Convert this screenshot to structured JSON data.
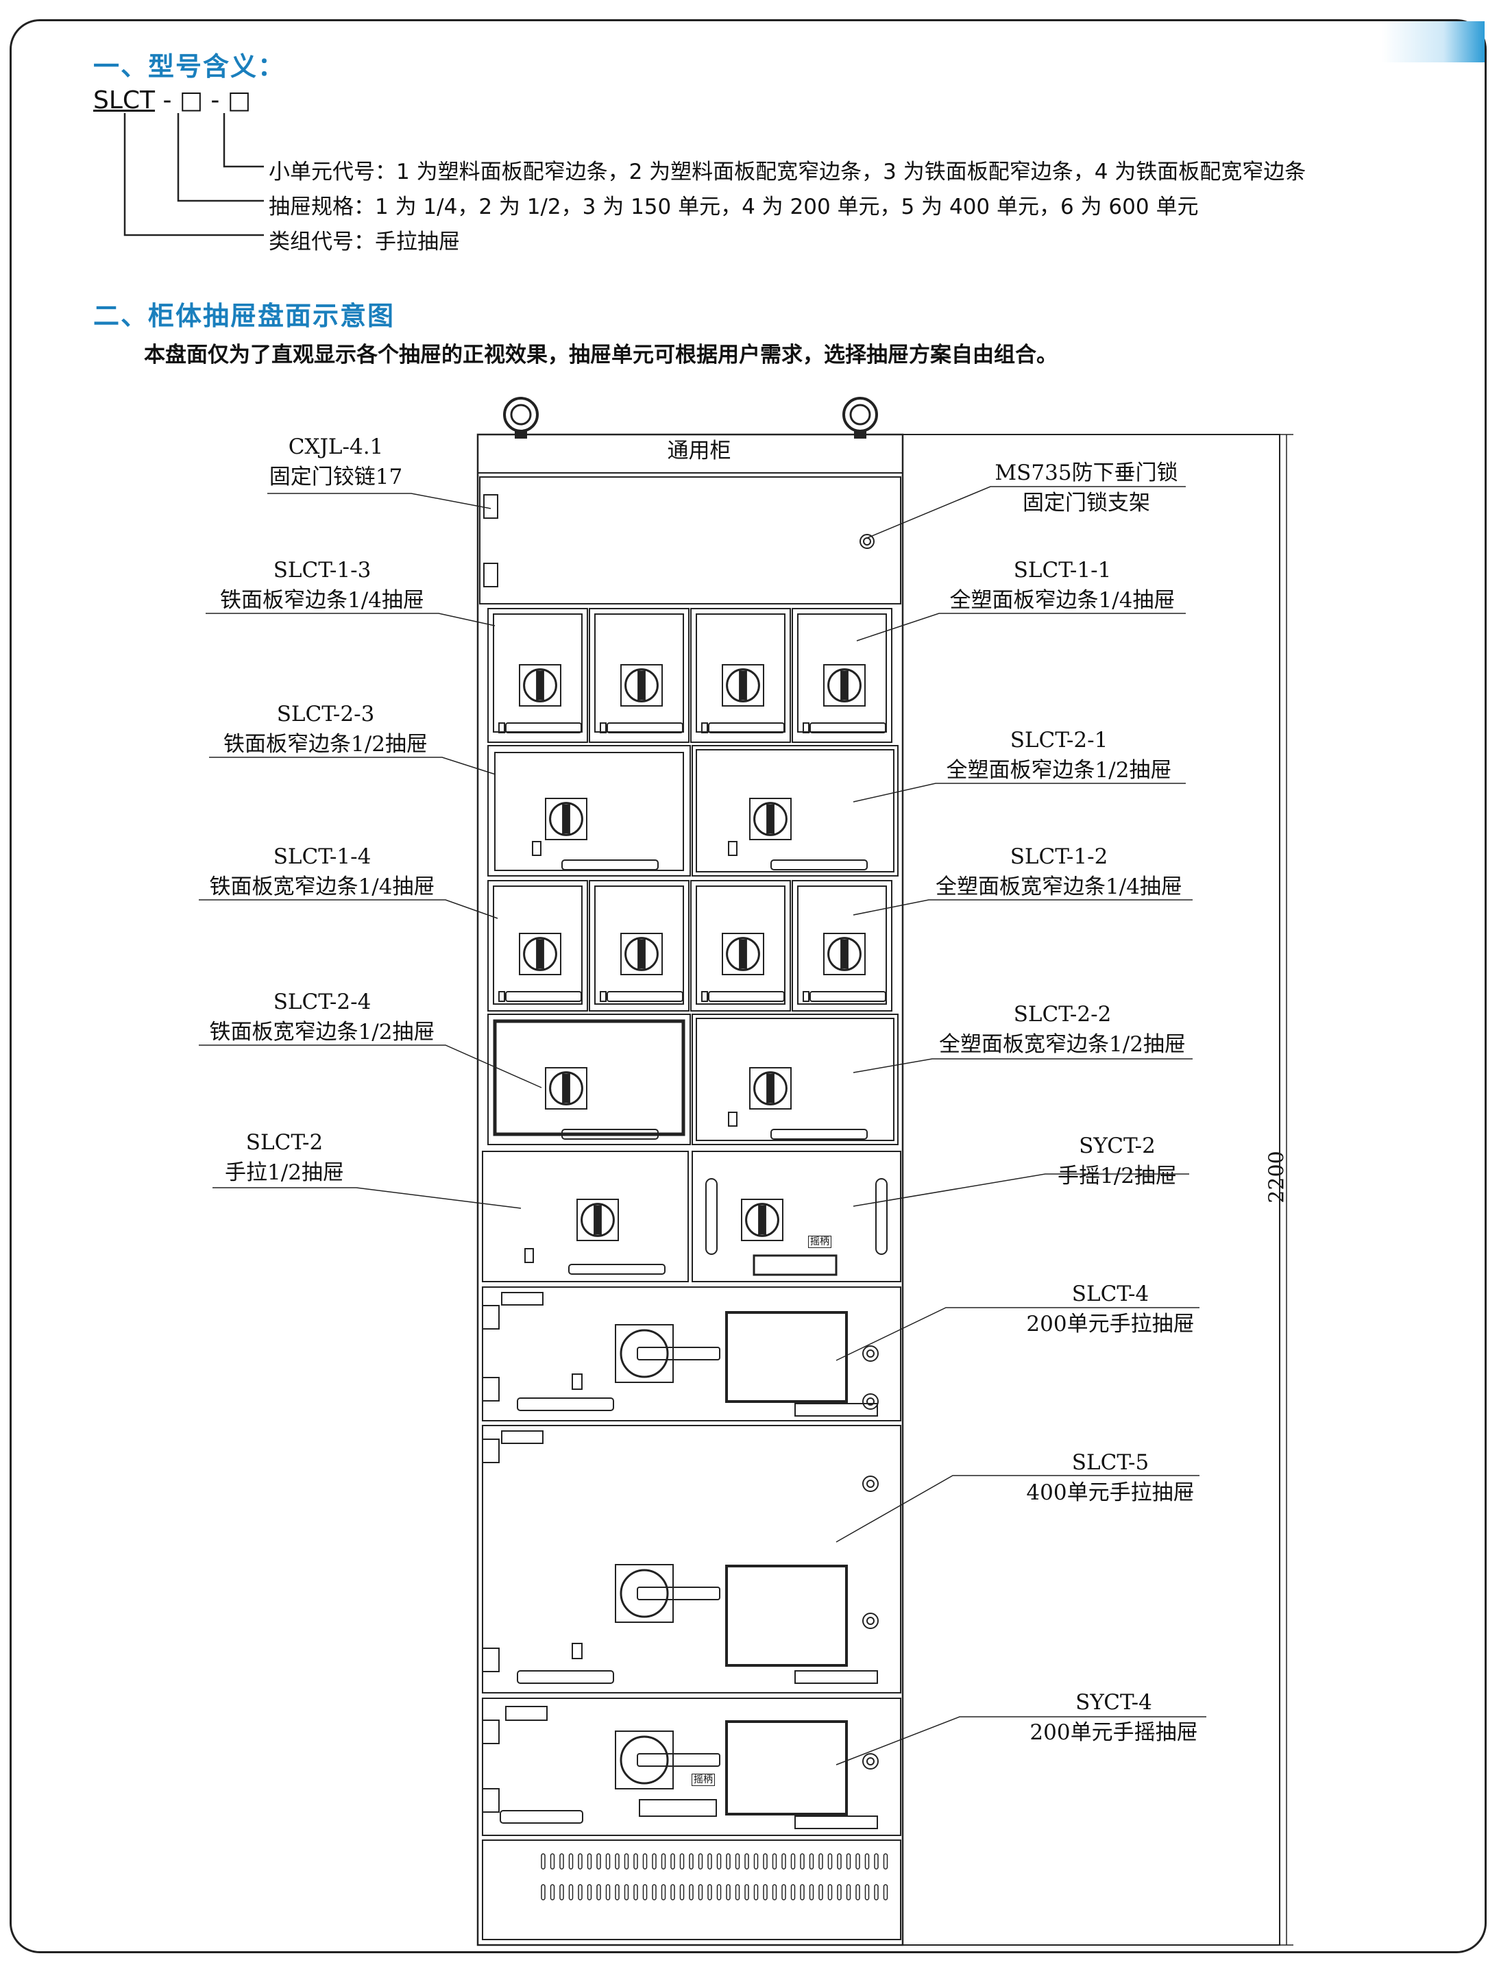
{
  "section1": {
    "title": "一、型号含义：",
    "code_prefix": "SLCT",
    "code_sep": " - □ - □",
    "items": [
      "小单元代号：1 为塑料面板配窄边条，2 为塑料面板配宽窄边条，3 为铁面板配窄边条，4 为铁面板配宽窄边条",
      "抽屉规格：1 为 1/4，2 为 1/2，3 为 150 单元，4 为 200 单元，5 为 400 单元，6 为 600 单元",
      "类组代号：手拉抽屉"
    ]
  },
  "section2": {
    "title": "二、柜体抽屉盘面示意图",
    "note": "本盘面仅为了直观显示各个抽屉的正视效果，抽屉单元可根据用户需求，选择抽屉方案自由组合。"
  },
  "cabinet": {
    "title": "通用柜",
    "height_dim": "2200"
  },
  "labels_left": [
    {
      "code": "CXJL-4.1",
      "desc": "固定门铰链17"
    },
    {
      "code": "SLCT-1-3",
      "desc": "铁面板窄边条1/4抽屉"
    },
    {
      "code": "SLCT-2-3",
      "desc": "铁面板窄边条1/2抽屉"
    },
    {
      "code": "SLCT-1-4",
      "desc": "铁面板宽窄边条1/4抽屉"
    },
    {
      "code": "SLCT-2-4",
      "desc": "铁面板宽窄边条1/2抽屉"
    },
    {
      "code": "SLCT-2",
      "desc": "手拉1/2抽屉"
    }
  ],
  "labels_right": [
    {
      "code": "MS735防下垂门锁",
      "desc": "固定门锁支架"
    },
    {
      "code": "SLCT-1-1",
      "desc": "全塑面板窄边条1/4抽屉"
    },
    {
      "code": "SLCT-2-1",
      "desc": "全塑面板窄边条1/2抽屉"
    },
    {
      "code": "SLCT-1-2",
      "desc": "全塑面板宽窄边条1/4抽屉"
    },
    {
      "code": "SLCT-2-2",
      "desc": "全塑面板宽窄边条1/2抽屉"
    },
    {
      "code": "SYCT-2",
      "desc": "手摇1/2抽屉"
    },
    {
      "code": "SLCT-4",
      "desc": "200单元手拉抽屉"
    },
    {
      "code": "SLCT-5",
      "desc": "400单元手拉抽屉"
    },
    {
      "code": "SYCT-4",
      "desc": "200单元手摇抽屉"
    }
  ],
  "crank_tag": "摇柄"
}
